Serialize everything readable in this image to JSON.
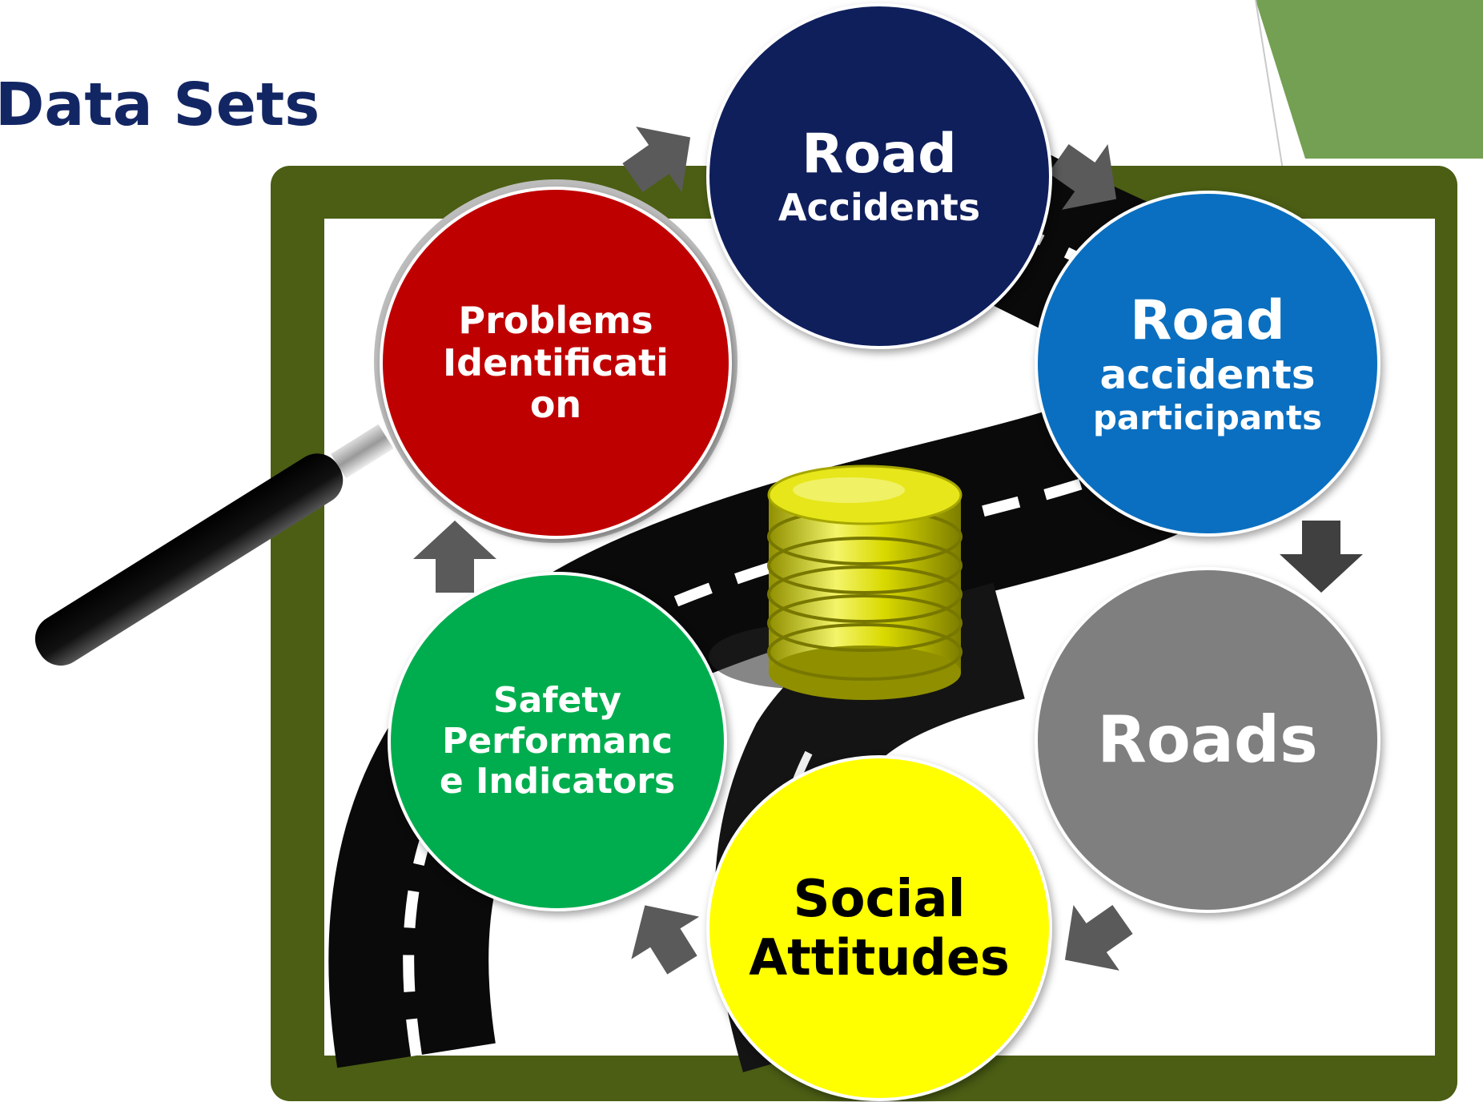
{
  "title": "Data Sets",
  "nodes": {
    "road_accidents": {
      "main": "Road",
      "sub": "Accidents"
    },
    "participants": {
      "main": "Road",
      "sub1": "accidents",
      "sub2": "participants"
    },
    "roads": {
      "main": "Roads"
    },
    "social_attitudes": {
      "line1": "Social",
      "line2": "Attitudes"
    },
    "safety_indicators": {
      "line1": "Safety",
      "line2": "Performanc",
      "line3": "e Indicators"
    },
    "problems": {
      "line1": "Problems",
      "line2": "Identificati",
      "line3": "on"
    }
  },
  "colors": {
    "title": "#132664",
    "frame": "#4b5e14",
    "corner_accent": "#73a052",
    "road_accidents": "#0f1f5c",
    "participants": "#0a6fc0",
    "roads": "#7f7f7f",
    "social_attitudes": "#ffff00",
    "safety_indicators": "#00ad4e",
    "problems": "#bf0000",
    "arrows": "#5a5a5a",
    "database": "#d8d800"
  },
  "icons": [
    "magnifying-glass-icon",
    "database-cylinder-icon",
    "road-background-image"
  ]
}
